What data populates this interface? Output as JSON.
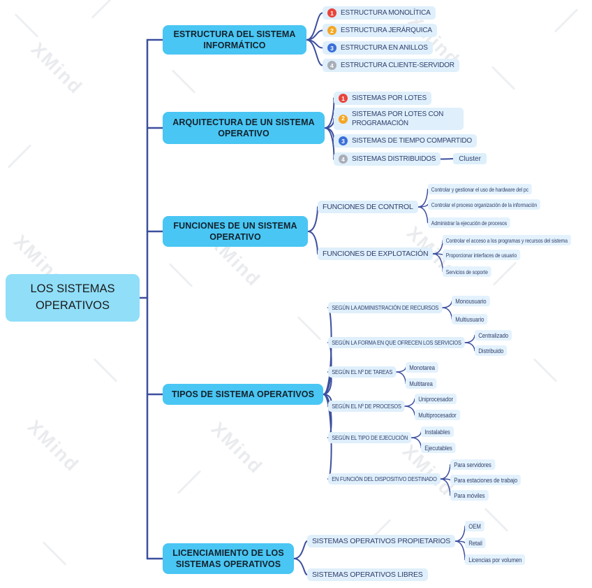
{
  "watermark": "XMind",
  "root": {
    "label": "LOS SISTEMAS OPERATIVOS"
  },
  "colors": {
    "topic_main": "#49C6F3",
    "topic_root": "#90DEF8",
    "topic_sub": "#DFEFFB",
    "topic_leaf": "#E3F2FD",
    "connector": "#3C4F9E",
    "marker_1": "#E8453C",
    "marker_2": "#F5A623",
    "marker_3": "#3A6FD8",
    "marker_4": "#A8AEB8"
  },
  "branches": [
    {
      "label": "ESTRUCTURA DEL SISTEMA INFORMÁTICO",
      "children": [
        {
          "marker": "1",
          "label": "ESTRUCTURA MONOLÍTICA"
        },
        {
          "marker": "2",
          "label": "ESTRUCTURA JERÁRQUICA"
        },
        {
          "marker": "3",
          "label": "ESTRUCTURA EN ANILLOS"
        },
        {
          "marker": "4",
          "label": "ESTRUCTURA CLIENTE-SERVIDOR"
        }
      ]
    },
    {
      "label": "ARQUITECTURA DE UN SISTEMA OPERATIVO",
      "children": [
        {
          "marker": "1",
          "label": "SISTEMAS POR LOTES"
        },
        {
          "marker": "2",
          "label": "SISTEMAS POR LOTES CON PROGRAMACIÓN"
        },
        {
          "marker": "3",
          "label": "SISTEMAS DE TIEMPO COMPARTIDO"
        },
        {
          "marker": "4",
          "label": "SISTEMAS DISTRIBUIDOS",
          "sub": "Cluster"
        }
      ]
    },
    {
      "label": "FUNCIONES DE UN SISTEMA OPERATIVO",
      "children": [
        {
          "label": "FUNCIONES DE CONTROL",
          "items": [
            "Controlar y gestionar el uso de hardware del pc",
            "Controlar el proceso organización de la información",
            "Administrar la ejecución de procesos"
          ]
        },
        {
          "label": "FUNCIONES DE EXPLOTACIÓN",
          "items": [
            "Controlar el acceso a los programas y recursos del sistema",
            "Proporcionar interfaces de usuario",
            "Servicios de soporte"
          ]
        }
      ]
    },
    {
      "label": "TIPOS DE SISTEMA OPERATIVOS",
      "children": [
        {
          "label": "SEGÚN LA ADMINISTRACIÓN DE RECURSOS",
          "items": [
            "Monousuario",
            "Multiusuario"
          ]
        },
        {
          "label": "SEGÚN LA FORMA EN QUE OFRECEN LOS SERVICIOS",
          "items": [
            "Centralizado",
            "Distribuido"
          ]
        },
        {
          "label": "SEGÚN EL Nº DE TAREAS",
          "items": [
            "Monotarea",
            "Multitarea"
          ]
        },
        {
          "label": "SEGÚN EL Nº DE PROCESOS",
          "items": [
            "Uniprocesador",
            "Multiprocesador"
          ]
        },
        {
          "label": "SEGÚN EL TIPO DE EJECUCIÓN",
          "items": [
            "Instalables",
            "Ejecutables"
          ]
        },
        {
          "label": "EN FUNCIÓN DEL DISPOSITIVO DESTINADO",
          "items": [
            "Para servidores",
            "Para estaciones de trabajo",
            "Para móviles"
          ]
        }
      ]
    },
    {
      "label": "LICENCIAMIENTO DE LOS SISTEMAS OPERATIVOS",
      "children": [
        {
          "label": "SISTEMAS OPERATIVOS PROPIETARIOS",
          "items": [
            "OEM",
            "Retail",
            "Licencias por volumen"
          ]
        },
        {
          "label": "SISTEMAS OPERATIVOS LIBRES",
          "items": []
        }
      ]
    }
  ]
}
